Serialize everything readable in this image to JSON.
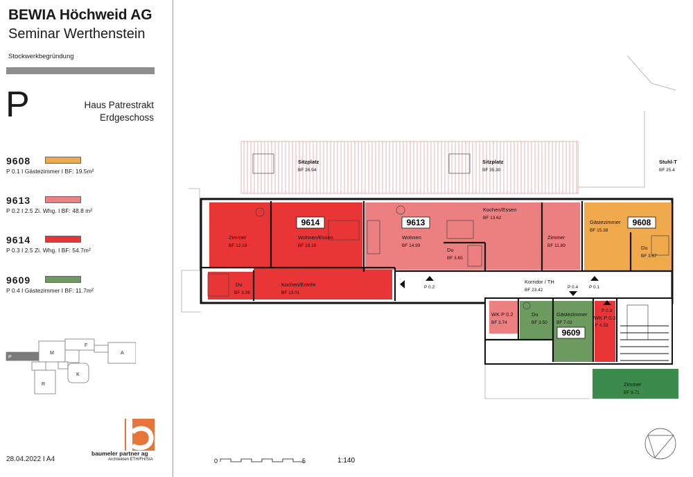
{
  "header": {
    "company": "BEWIA Höchweid AG",
    "project": "Seminar Werthenstein",
    "subtitle": "Stockwerkbegründung"
  },
  "floor": {
    "letter": "P",
    "house": "Haus Patrestrakt",
    "level": "Erdgeschoss"
  },
  "legend": [
    {
      "number": "9608",
      "color": "#f0aa4c",
      "text": "P 0.1  I  Gästezimmer  I  BF: 19.5m²"
    },
    {
      "number": "9613",
      "color": "#ec8080",
      "text": "P 0.2  I  2.5 Zi. Whg.  I  BF: 48.8 m²"
    },
    {
      "number": "9614",
      "color": "#e93535",
      "text": "P 0.3  I  2.5 Zi. Whg.  I  BF: 54.7m²"
    },
    {
      "number": "9609",
      "color": "#6d9a5f",
      "text": "P 0.4  I  Gästezimmer  I  BF: 11.7m²"
    }
  ],
  "siteplan": {
    "labels": [
      "P",
      "M",
      "F",
      "A",
      "R",
      "K"
    ]
  },
  "footer": {
    "date_format": "28.04.2022  I  A4",
    "logo_name": "baumeler partner ag",
    "logo_sub": "Architekten ETH/FH/SIA"
  },
  "scale": {
    "start": "0",
    "end": "5",
    "ratio": "1:140"
  },
  "plan": {
    "unit_labels": {
      "u9614": "9614",
      "u9613": "9613",
      "u9608": "9608",
      "u9609": "9609"
    },
    "rooms": {
      "sitz1_name": "Sitzplatz",
      "sitz1_area": "BF 26.94",
      "sitz2_name": "Sitzplatz",
      "sitz2_area": "BF 35.30",
      "stuhl_name": "Stuhl-T",
      "stuhl_area": "BF 25.4",
      "zimmer1_name": "Zimmer",
      "zimmer1_area": "BF 12.19",
      "wohnen1_name": "Wohnen/Essen",
      "wohnen1_area": "BF 19.18",
      "du1_name": "Du",
      "du1_area": "BF 3.26",
      "kuechen1_name": "Kochen/Entrée",
      "kuechen1_area": "BF 13.01",
      "wohnen2_name": "Wohnen",
      "wohnen2_area": "BF 14.99",
      "kochen2_name": "Kochen/Essen",
      "kochen2_area": "BF 13.62",
      "du2_name": "Du",
      "du2_area": "BF 3.65",
      "zimmer2_name": "Zimmer",
      "zimmer2_area": "BF 11.89",
      "gast1_name": "Gästezimmer",
      "gast1_area": "BF 15.38",
      "du3_name": "Du",
      "du3_area": "BF 3.67",
      "korridor_name": "Korridor / TH",
      "korridor_area": "BF 23.42",
      "wk1_name": "WK P 0.2",
      "wk1_area": "BF 3.74",
      "du4_name": "Du",
      "du4_area": "BF 3.50",
      "gast2_name": "Gästezimmer",
      "gast2_area": "BF 7.02",
      "wk2_name": "WK P 0.3",
      "wk2_area": "F 4.33",
      "zimmer3_name": "Zimmer",
      "zimmer3_area": "BF 9.71"
    },
    "markers": {
      "p02": "P 0.2",
      "p04": "P 0.4",
      "p01": "P 0.1",
      "p03": "P 0.3"
    }
  }
}
